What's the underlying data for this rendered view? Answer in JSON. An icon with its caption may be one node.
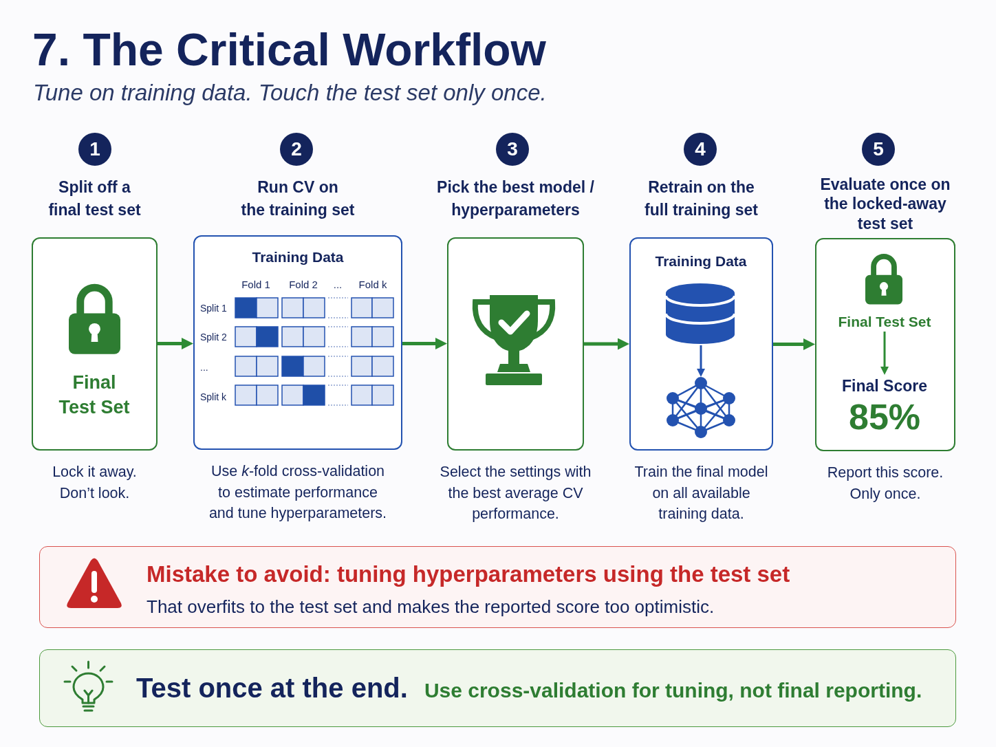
{
  "diagram": {
    "title": "7. The Critical Workflow",
    "nodes": [
      {
        "text": [
          "1"
        ]
      },
      {
        "text": [
          "Split off a final test set",
          "Final Test Set"
        ],
        "beside": [
          "Lock it away. Don’t look."
        ]
      },
      {
        "text": [
          "2"
        ]
      },
      {
        "text": [
          "Run CV on the training set",
          "Training Data",
          "Fold 1",
          "Fold 2",
          "...",
          "Fold k",
          "Split 1",
          "Split 2",
          "...",
          "Split k"
        ],
        "beside": [
          "Use *k*-fold cross-validation to estimate performance and tune hyperparameters."
        ]
      },
      {
        "text": [
          "3"
        ]
      },
      {
        "text": [
          "Pick the best model / hyperparameters"
        ],
        "beside": [
          "Select the settings with the best average CV performance."
        ]
      },
      {
        "text": [
          "4"
        ]
      },
      {
        "text": [
          "Retrain on the full training set",
          "Training Data"
        ],
        "beside": [
          "Train the final model on all available training data."
        ]
      },
      {
        "text": [],
        "shape": "cylinder",
        "in": 7
      },
      {
        "text": [],
        "shape": "picture",
        "in": 7
      },
      {
        "text": [
          "5"
        ]
      },
      {
        "text": [
          "Evaluate once on the locked-away test set"
        ],
        "beside": [
          "Report this score. Only once."
        ]
      },
      {
        "text": [
          "Final Test Set"
        ],
        "in": 11
      },
      {
        "text": [
          "Final Score",
          "85%"
        ],
        "in": 11
      },
      {
        "text": [
          "Mistake to avoid: tuning hyperparameters using the test set",
          "That overfits to the test set and makes the reported score too optimistic."
        ]
      },
      {
        "text": [
          "Test once at the end.",
          "Use cross-validation for tuning, not final reporting."
        ]
      }
    ],
    "edges": [
      {
        "from": 1,
        "to": 3,
        "arrow": "to"
      },
      {
        "from": 3,
        "to": 5,
        "arrow": "to"
      },
      {
        "from": 5,
        "to": 7,
        "arrow": "to"
      },
      {
        "from": 7,
        "to": 11,
        "arrow": "to"
      },
      {
        "from": 8,
        "to": 9,
        "arrow": "to",
        "color": "#2352b0"
      },
      {
        "from": 12,
        "to": 13,
        "arrow": "to"
      }
    ],
    "labels": [
      "Tune on training data. Touch the test set only once."
    ]
  }
}
